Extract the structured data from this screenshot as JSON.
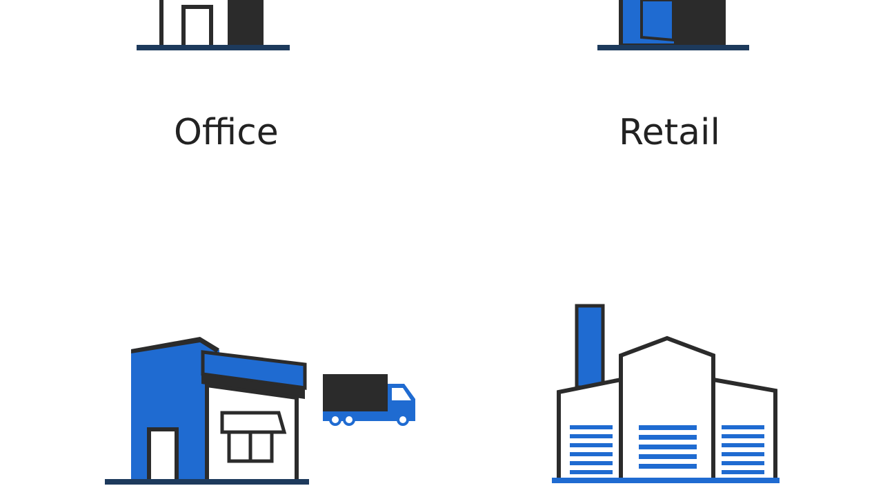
{
  "categories": [
    {
      "id": "office",
      "label": "Office",
      "icon": "office-building-icon"
    },
    {
      "id": "retail",
      "label": "Retail",
      "icon": "retail-store-icon"
    },
    {
      "id": "warehouse",
      "label": "",
      "icon": "warehouse-with-truck-icon"
    },
    {
      "id": "industrial",
      "label": "",
      "icon": "factory-icon"
    }
  ],
  "colors": {
    "blue": "#1f6bd1",
    "dark": "#2b2b2b",
    "ground": "#1d3a5c",
    "text": "#222222",
    "background": "#ffffff"
  }
}
